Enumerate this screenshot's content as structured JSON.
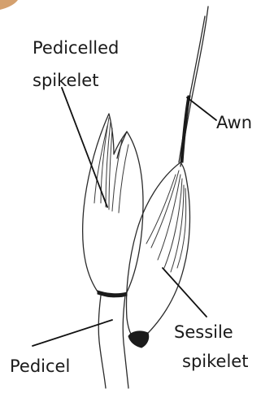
{
  "labels": {
    "pedicelled_line1": "Pedicelled",
    "pedicelled_line2": "spikelet",
    "awn": "Awn",
    "sessile_line1": "Sessile",
    "sessile_line2": "spikelet",
    "pedicel": "Pedicel"
  }
}
